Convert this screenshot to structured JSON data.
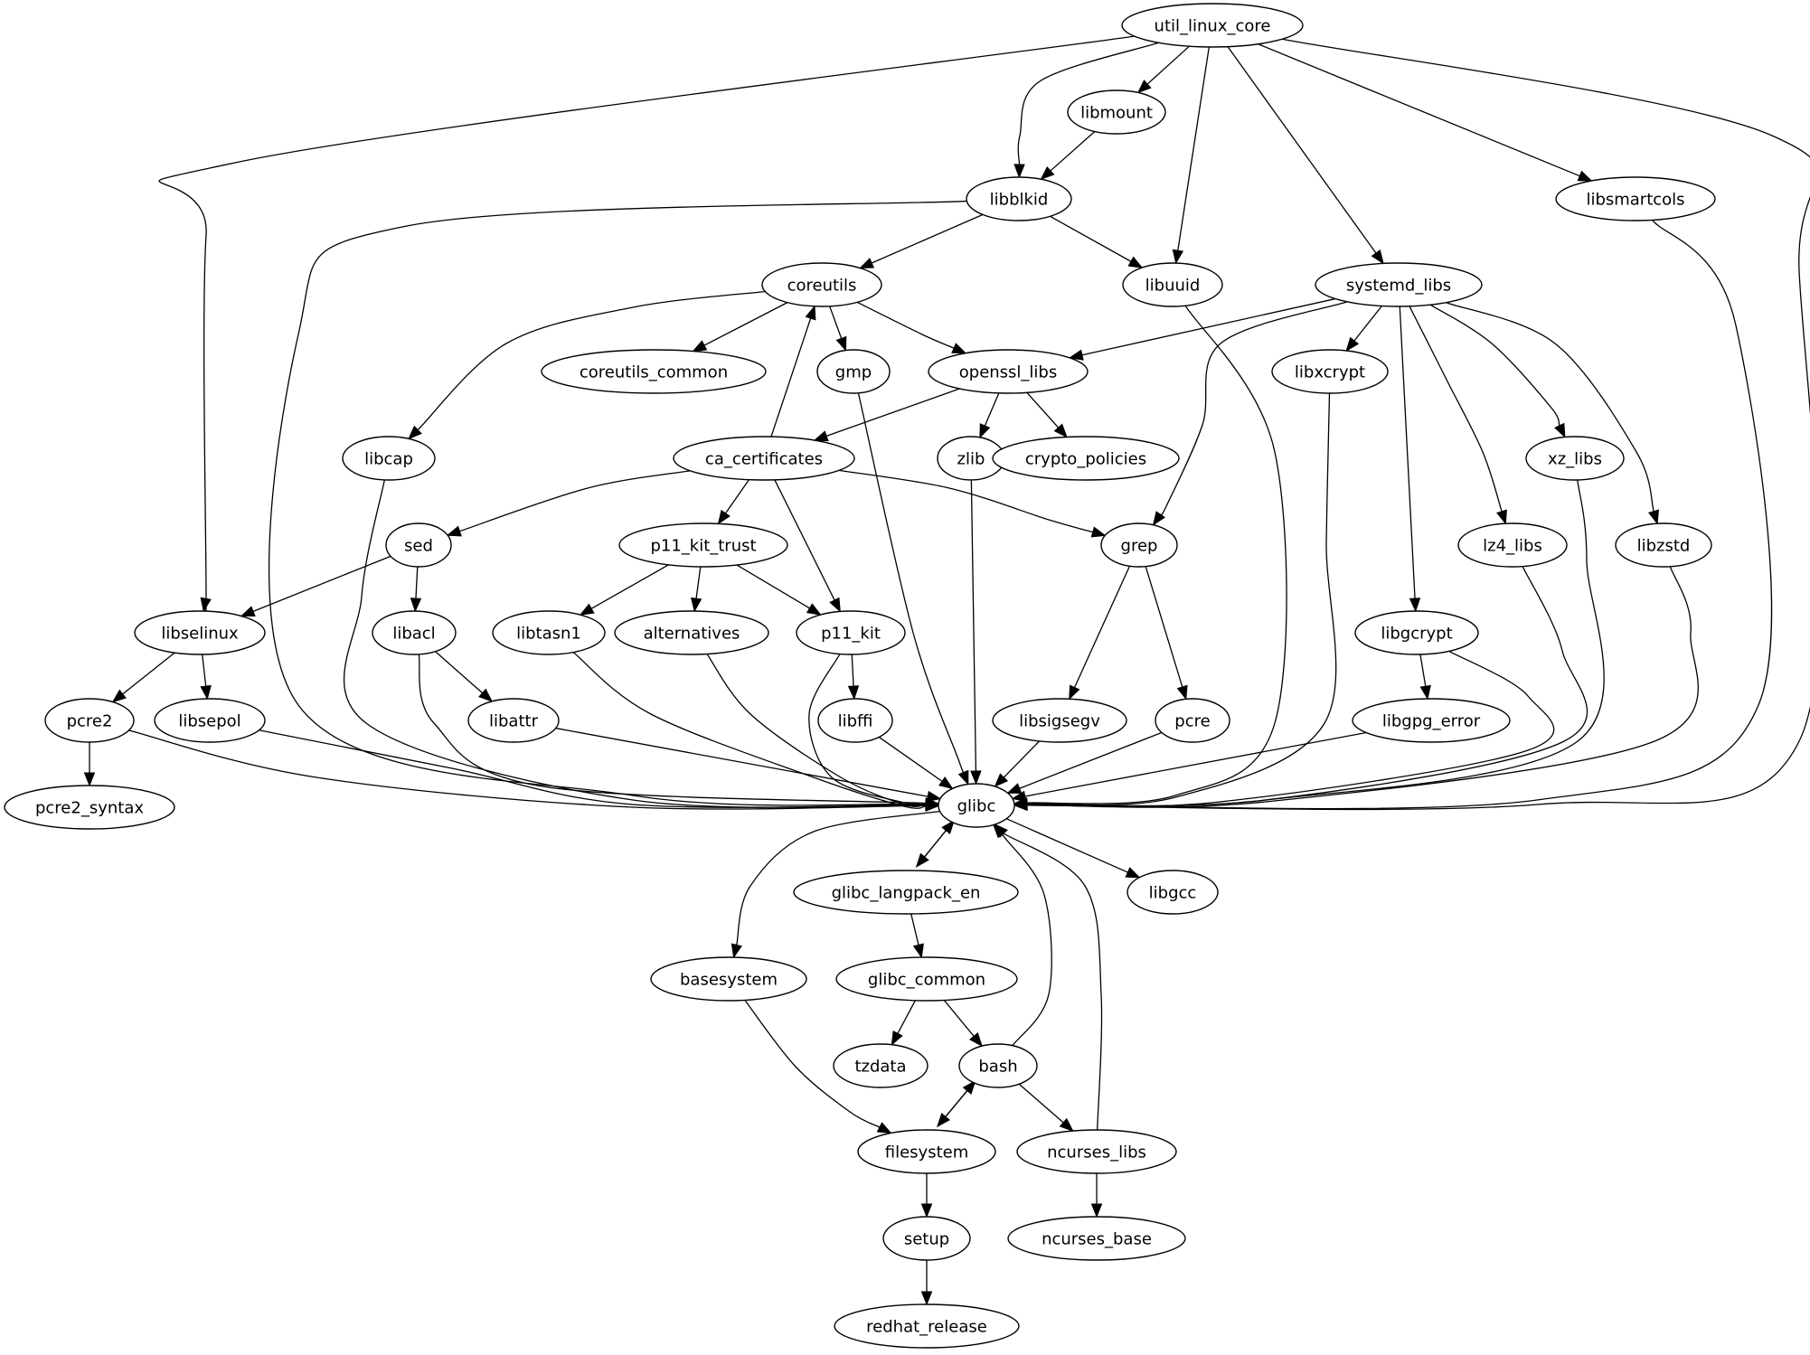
{
  "diagram": {
    "type": "directed-graph",
    "description": "Package dependency graph",
    "nodes": [
      {
        "id": "util_linux_core",
        "label": "util_linux_core"
      },
      {
        "id": "libmount",
        "label": "libmount"
      },
      {
        "id": "libblkid",
        "label": "libblkid"
      },
      {
        "id": "libsmartcols",
        "label": "libsmartcols"
      },
      {
        "id": "libuuid",
        "label": "libuuid"
      },
      {
        "id": "systemd_libs",
        "label": "systemd_libs"
      },
      {
        "id": "coreutils",
        "label": "coreutils"
      },
      {
        "id": "coreutils_common",
        "label": "coreutils_common"
      },
      {
        "id": "gmp",
        "label": "gmp"
      },
      {
        "id": "openssl_libs",
        "label": "openssl_libs"
      },
      {
        "id": "libxcrypt",
        "label": "libxcrypt"
      },
      {
        "id": "libcap",
        "label": "libcap"
      },
      {
        "id": "ca_certificates",
        "label": "ca_certificates"
      },
      {
        "id": "zlib",
        "label": "zlib"
      },
      {
        "id": "crypto_policies",
        "label": "crypto_policies"
      },
      {
        "id": "xz_libs",
        "label": "xz_libs"
      },
      {
        "id": "sed",
        "label": "sed"
      },
      {
        "id": "p11_kit_trust",
        "label": "p11_kit_trust"
      },
      {
        "id": "grep",
        "label": "grep"
      },
      {
        "id": "lz4_libs",
        "label": "lz4_libs"
      },
      {
        "id": "libzstd",
        "label": "libzstd"
      },
      {
        "id": "libselinux",
        "label": "libselinux"
      },
      {
        "id": "libacl",
        "label": "libacl"
      },
      {
        "id": "libtasn1",
        "label": "libtasn1"
      },
      {
        "id": "alternatives",
        "label": "alternatives"
      },
      {
        "id": "p11_kit",
        "label": "p11_kit"
      },
      {
        "id": "libgcrypt",
        "label": "libgcrypt"
      },
      {
        "id": "pcre2",
        "label": "pcre2"
      },
      {
        "id": "libsepol",
        "label": "libsepol"
      },
      {
        "id": "libattr",
        "label": "libattr"
      },
      {
        "id": "libffi",
        "label": "libffi"
      },
      {
        "id": "libsigsegv",
        "label": "libsigsegv"
      },
      {
        "id": "pcre",
        "label": "pcre"
      },
      {
        "id": "libgpg_error",
        "label": "libgpg_error"
      },
      {
        "id": "pcre2_syntax",
        "label": "pcre2_syntax"
      },
      {
        "id": "glibc",
        "label": "glibc"
      },
      {
        "id": "glibc_langpack_en",
        "label": "glibc_langpack_en"
      },
      {
        "id": "libgcc",
        "label": "libgcc"
      },
      {
        "id": "basesystem",
        "label": "basesystem"
      },
      {
        "id": "glibc_common",
        "label": "glibc_common"
      },
      {
        "id": "tzdata",
        "label": "tzdata"
      },
      {
        "id": "bash",
        "label": "bash"
      },
      {
        "id": "filesystem",
        "label": "filesystem"
      },
      {
        "id": "ncurses_libs",
        "label": "ncurses_libs"
      },
      {
        "id": "setup",
        "label": "setup"
      },
      {
        "id": "ncurses_base",
        "label": "ncurses_base"
      },
      {
        "id": "redhat_release",
        "label": "redhat_release"
      }
    ],
    "edges": [
      [
        "util_linux_core",
        "libselinux"
      ],
      [
        "util_linux_core",
        "libblkid"
      ],
      [
        "util_linux_core",
        "libmount"
      ],
      [
        "util_linux_core",
        "libuuid"
      ],
      [
        "util_linux_core",
        "systemd_libs"
      ],
      [
        "util_linux_core",
        "libsmartcols"
      ],
      [
        "util_linux_core",
        "glibc"
      ],
      [
        "libmount",
        "libblkid"
      ],
      [
        "libblkid",
        "glibc"
      ],
      [
        "libblkid",
        "coreutils"
      ],
      [
        "libblkid",
        "libuuid"
      ],
      [
        "libsmartcols",
        "glibc"
      ],
      [
        "libuuid",
        "glibc"
      ],
      [
        "coreutils",
        "libcap"
      ],
      [
        "coreutils",
        "coreutils_common"
      ],
      [
        "coreutils",
        "gmp"
      ],
      [
        "coreutils",
        "openssl_libs"
      ],
      [
        "systemd_libs",
        "openssl_libs"
      ],
      [
        "systemd_libs",
        "grep"
      ],
      [
        "systemd_libs",
        "libxcrypt"
      ],
      [
        "systemd_libs",
        "libgcrypt"
      ],
      [
        "systemd_libs",
        "lz4_libs"
      ],
      [
        "systemd_libs",
        "xz_libs"
      ],
      [
        "systemd_libs",
        "libzstd"
      ],
      [
        "gmp",
        "glibc"
      ],
      [
        "openssl_libs",
        "ca_certificates"
      ],
      [
        "openssl_libs",
        "zlib"
      ],
      [
        "openssl_libs",
        "crypto_policies"
      ],
      [
        "libxcrypt",
        "glibc"
      ],
      [
        "libcap",
        "glibc"
      ],
      [
        "ca_certificates",
        "coreutils"
      ],
      [
        "ca_certificates",
        "sed"
      ],
      [
        "ca_certificates",
        "p11_kit_trust"
      ],
      [
        "ca_certificates",
        "p11_kit"
      ],
      [
        "ca_certificates",
        "grep"
      ],
      [
        "zlib",
        "glibc"
      ],
      [
        "xz_libs",
        "glibc"
      ],
      [
        "sed",
        "libselinux"
      ],
      [
        "sed",
        "libacl"
      ],
      [
        "p11_kit_trust",
        "libtasn1"
      ],
      [
        "p11_kit_trust",
        "alternatives"
      ],
      [
        "p11_kit_trust",
        "p11_kit"
      ],
      [
        "grep",
        "libsigsegv"
      ],
      [
        "grep",
        "pcre"
      ],
      [
        "lz4_libs",
        "glibc"
      ],
      [
        "libzstd",
        "glibc"
      ],
      [
        "libselinux",
        "pcre2"
      ],
      [
        "libselinux",
        "libsepol"
      ],
      [
        "libacl",
        "libattr"
      ],
      [
        "libacl",
        "glibc"
      ],
      [
        "libtasn1",
        "glibc"
      ],
      [
        "alternatives",
        "glibc"
      ],
      [
        "p11_kit",
        "libffi"
      ],
      [
        "p11_kit",
        "glibc"
      ],
      [
        "libgcrypt",
        "libgpg_error"
      ],
      [
        "libgcrypt",
        "glibc"
      ],
      [
        "pcre2",
        "pcre2_syntax"
      ],
      [
        "pcre2",
        "glibc"
      ],
      [
        "libsepol",
        "glibc"
      ],
      [
        "libattr",
        "glibc"
      ],
      [
        "libffi",
        "glibc"
      ],
      [
        "libsigsegv",
        "glibc"
      ],
      [
        "pcre",
        "glibc"
      ],
      [
        "libgpg_error",
        "glibc"
      ],
      [
        "glibc",
        "glibc_langpack_en"
      ],
      [
        "glibc",
        "libgcc"
      ],
      [
        "glibc",
        "basesystem"
      ],
      [
        "glibc_langpack_en",
        "glibc"
      ],
      [
        "glibc_langpack_en",
        "glibc_common"
      ],
      [
        "glibc_common",
        "tzdata"
      ],
      [
        "glibc_common",
        "bash"
      ],
      [
        "bash",
        "glibc"
      ],
      [
        "bash",
        "filesystem"
      ],
      [
        "bash",
        "ncurses_libs"
      ],
      [
        "filesystem",
        "bash"
      ],
      [
        "filesystem",
        "setup"
      ],
      [
        "basesystem",
        "filesystem"
      ],
      [
        "ncurses_libs",
        "glibc"
      ],
      [
        "ncurses_libs",
        "ncurses_base"
      ],
      [
        "setup",
        "redhat_release"
      ]
    ]
  }
}
